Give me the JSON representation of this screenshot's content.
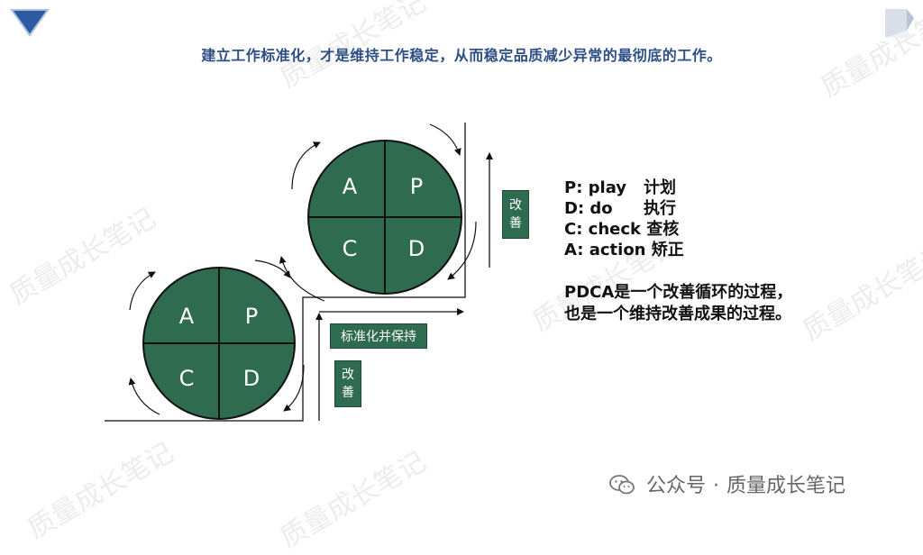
{
  "title": "建立工作标准化，才是维持工作稳定，从而稳定品质减少异常的最彻底的工作。",
  "cycles": [
    {
      "A": "A",
      "P": "P",
      "C": "C",
      "D": "D"
    },
    {
      "A": "A",
      "P": "P",
      "C": "C",
      "D": "D"
    }
  ],
  "labels": {
    "improve_upper_1": "改",
    "improve_upper_2": "善",
    "improve_lower_1": "改",
    "improve_lower_2": "善",
    "standardize": "标准化并保持"
  },
  "legend": [
    {
      "code": "P: play",
      "cn": "计划"
    },
    {
      "code": "D: do",
      "cn": "执行"
    },
    {
      "code": "C: check",
      "cn": "查核"
    },
    {
      "code": "A: action",
      "cn": "矫正"
    }
  ],
  "description": {
    "line1": "PDCA是一个改善循环的过程，",
    "line2": "也是一个维持改善成果的过程。"
  },
  "footer": {
    "prefix": "公众号",
    "separator": "·",
    "name": "质量成长笔记"
  },
  "watermark": "质量成长笔记",
  "colors": {
    "circle_fill": "#2e6b4f",
    "title": "#2e4f86",
    "text": "#111111"
  }
}
